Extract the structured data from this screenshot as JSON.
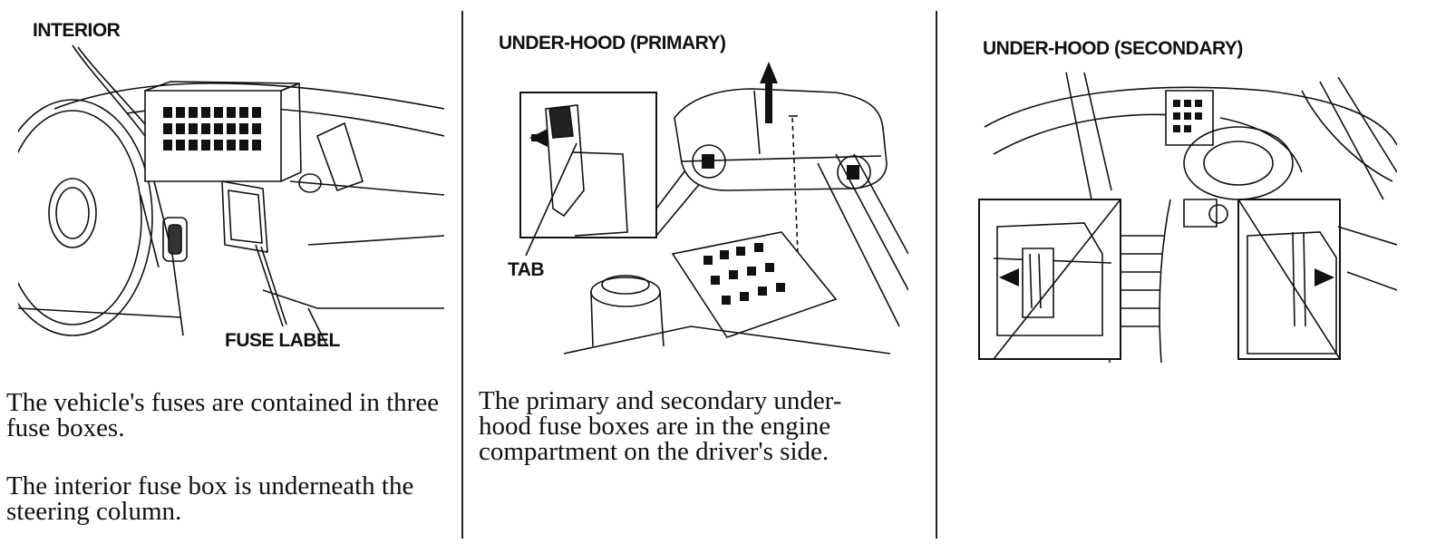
{
  "panels": [
    {
      "heading": "INTERIOR",
      "callout": "FUSE LABEL",
      "paragraphs": [
        "The vehicle's fuses are contained in three fuse boxes.",
        "The interior fuse box is underneath the steering column."
      ]
    },
    {
      "heading": "UNDER-HOOD (PRIMARY)",
      "callout": "TAB",
      "paragraphs": [
        "The primary and secondary under-hood fuse boxes are in the engine compartment on the driver's side."
      ]
    },
    {
      "heading": "UNDER-HOOD (SECONDARY)"
    }
  ]
}
